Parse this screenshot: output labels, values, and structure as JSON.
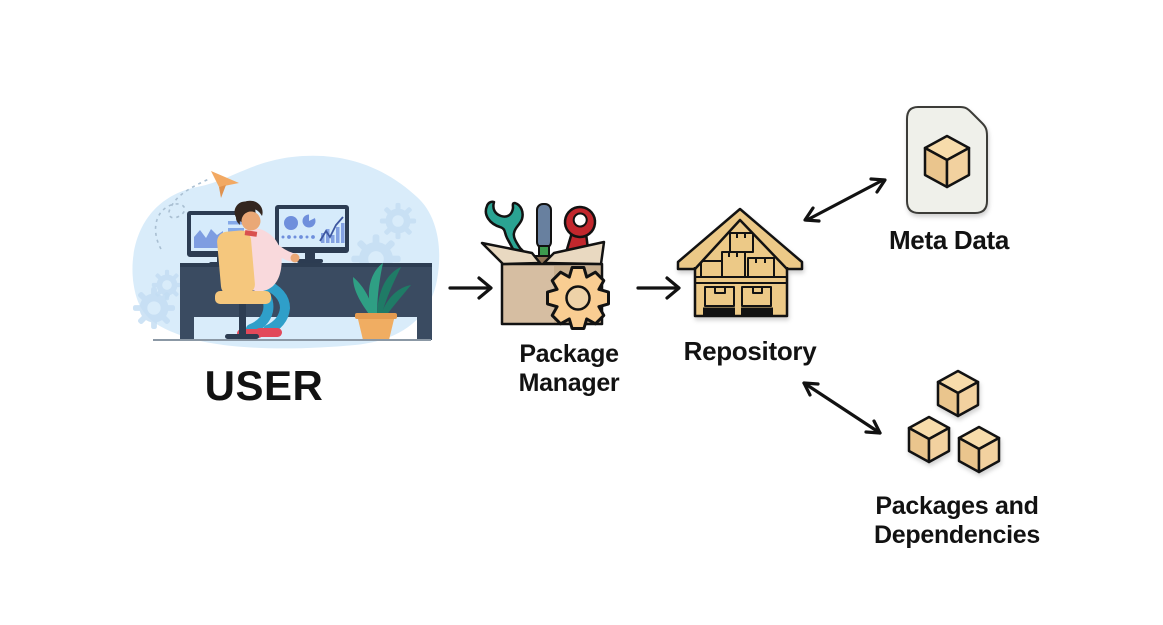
{
  "diagram_title": "Package manager workflow diagram",
  "nodes": {
    "user": {
      "label": "USER"
    },
    "package_manager": {
      "label": "Package Manager"
    },
    "repository": {
      "label": "Repository"
    },
    "meta_data": {
      "label": "Meta Data"
    },
    "packages": {
      "label": "Packages and Dependencies"
    }
  },
  "edges": [
    {
      "from": "user",
      "to": "package_manager",
      "style": "single-arrow-right"
    },
    {
      "from": "package_manager",
      "to": "repository",
      "style": "single-arrow-right"
    },
    {
      "from": "repository",
      "to": "meta_data",
      "style": "double-arrow-diagonal-up"
    },
    {
      "from": "repository",
      "to": "packages",
      "style": "double-arrow-diagonal-down"
    }
  ],
  "colors": {
    "page_bg": "#ffffff",
    "ink": "#121212",
    "blob_blue": "#d9ecfa",
    "gear_bg": "#c3ddf3",
    "desk_navy": "#3a4b61",
    "frame_navy": "#2c3c52",
    "screen_blue": "#d6ebfb",
    "chart_blue": "#6f8fdc",
    "chart_line": "#3e57a0",
    "shirt_pink": "#f9d9dc",
    "skin": "#eaa876",
    "hair": "#33261f",
    "collar_red": "#d9514f",
    "pants_teal": "#2f9fc9",
    "chair_orange": "#f5c77d",
    "shoes_red": "#e2495a",
    "plant_green": "#2f9f84",
    "plant_dark": "#1f7b66",
    "pot_orange": "#f0ad62",
    "plane_orange": "#f2a963",
    "floor_gray": "#8b98a5",
    "carton": "#ecc987",
    "box_front": "#d6bea2",
    "box_side": "#cab08f",
    "box_flap": "#e9d9c1",
    "box_inner": "#8f7356",
    "gear_orange": "#f9cd92",
    "gear_center": "#eed2a8",
    "wrench_teal": "#2aa392",
    "screwdriver_blue": "#68809f",
    "ferrule_green": "#3c9a4e",
    "tool_red": "#c2272d",
    "document_fill": "#eff0ea",
    "cube_top": "#f7dcab",
    "cube_left": "#eac58d",
    "cube_right": "#f2d19f"
  }
}
